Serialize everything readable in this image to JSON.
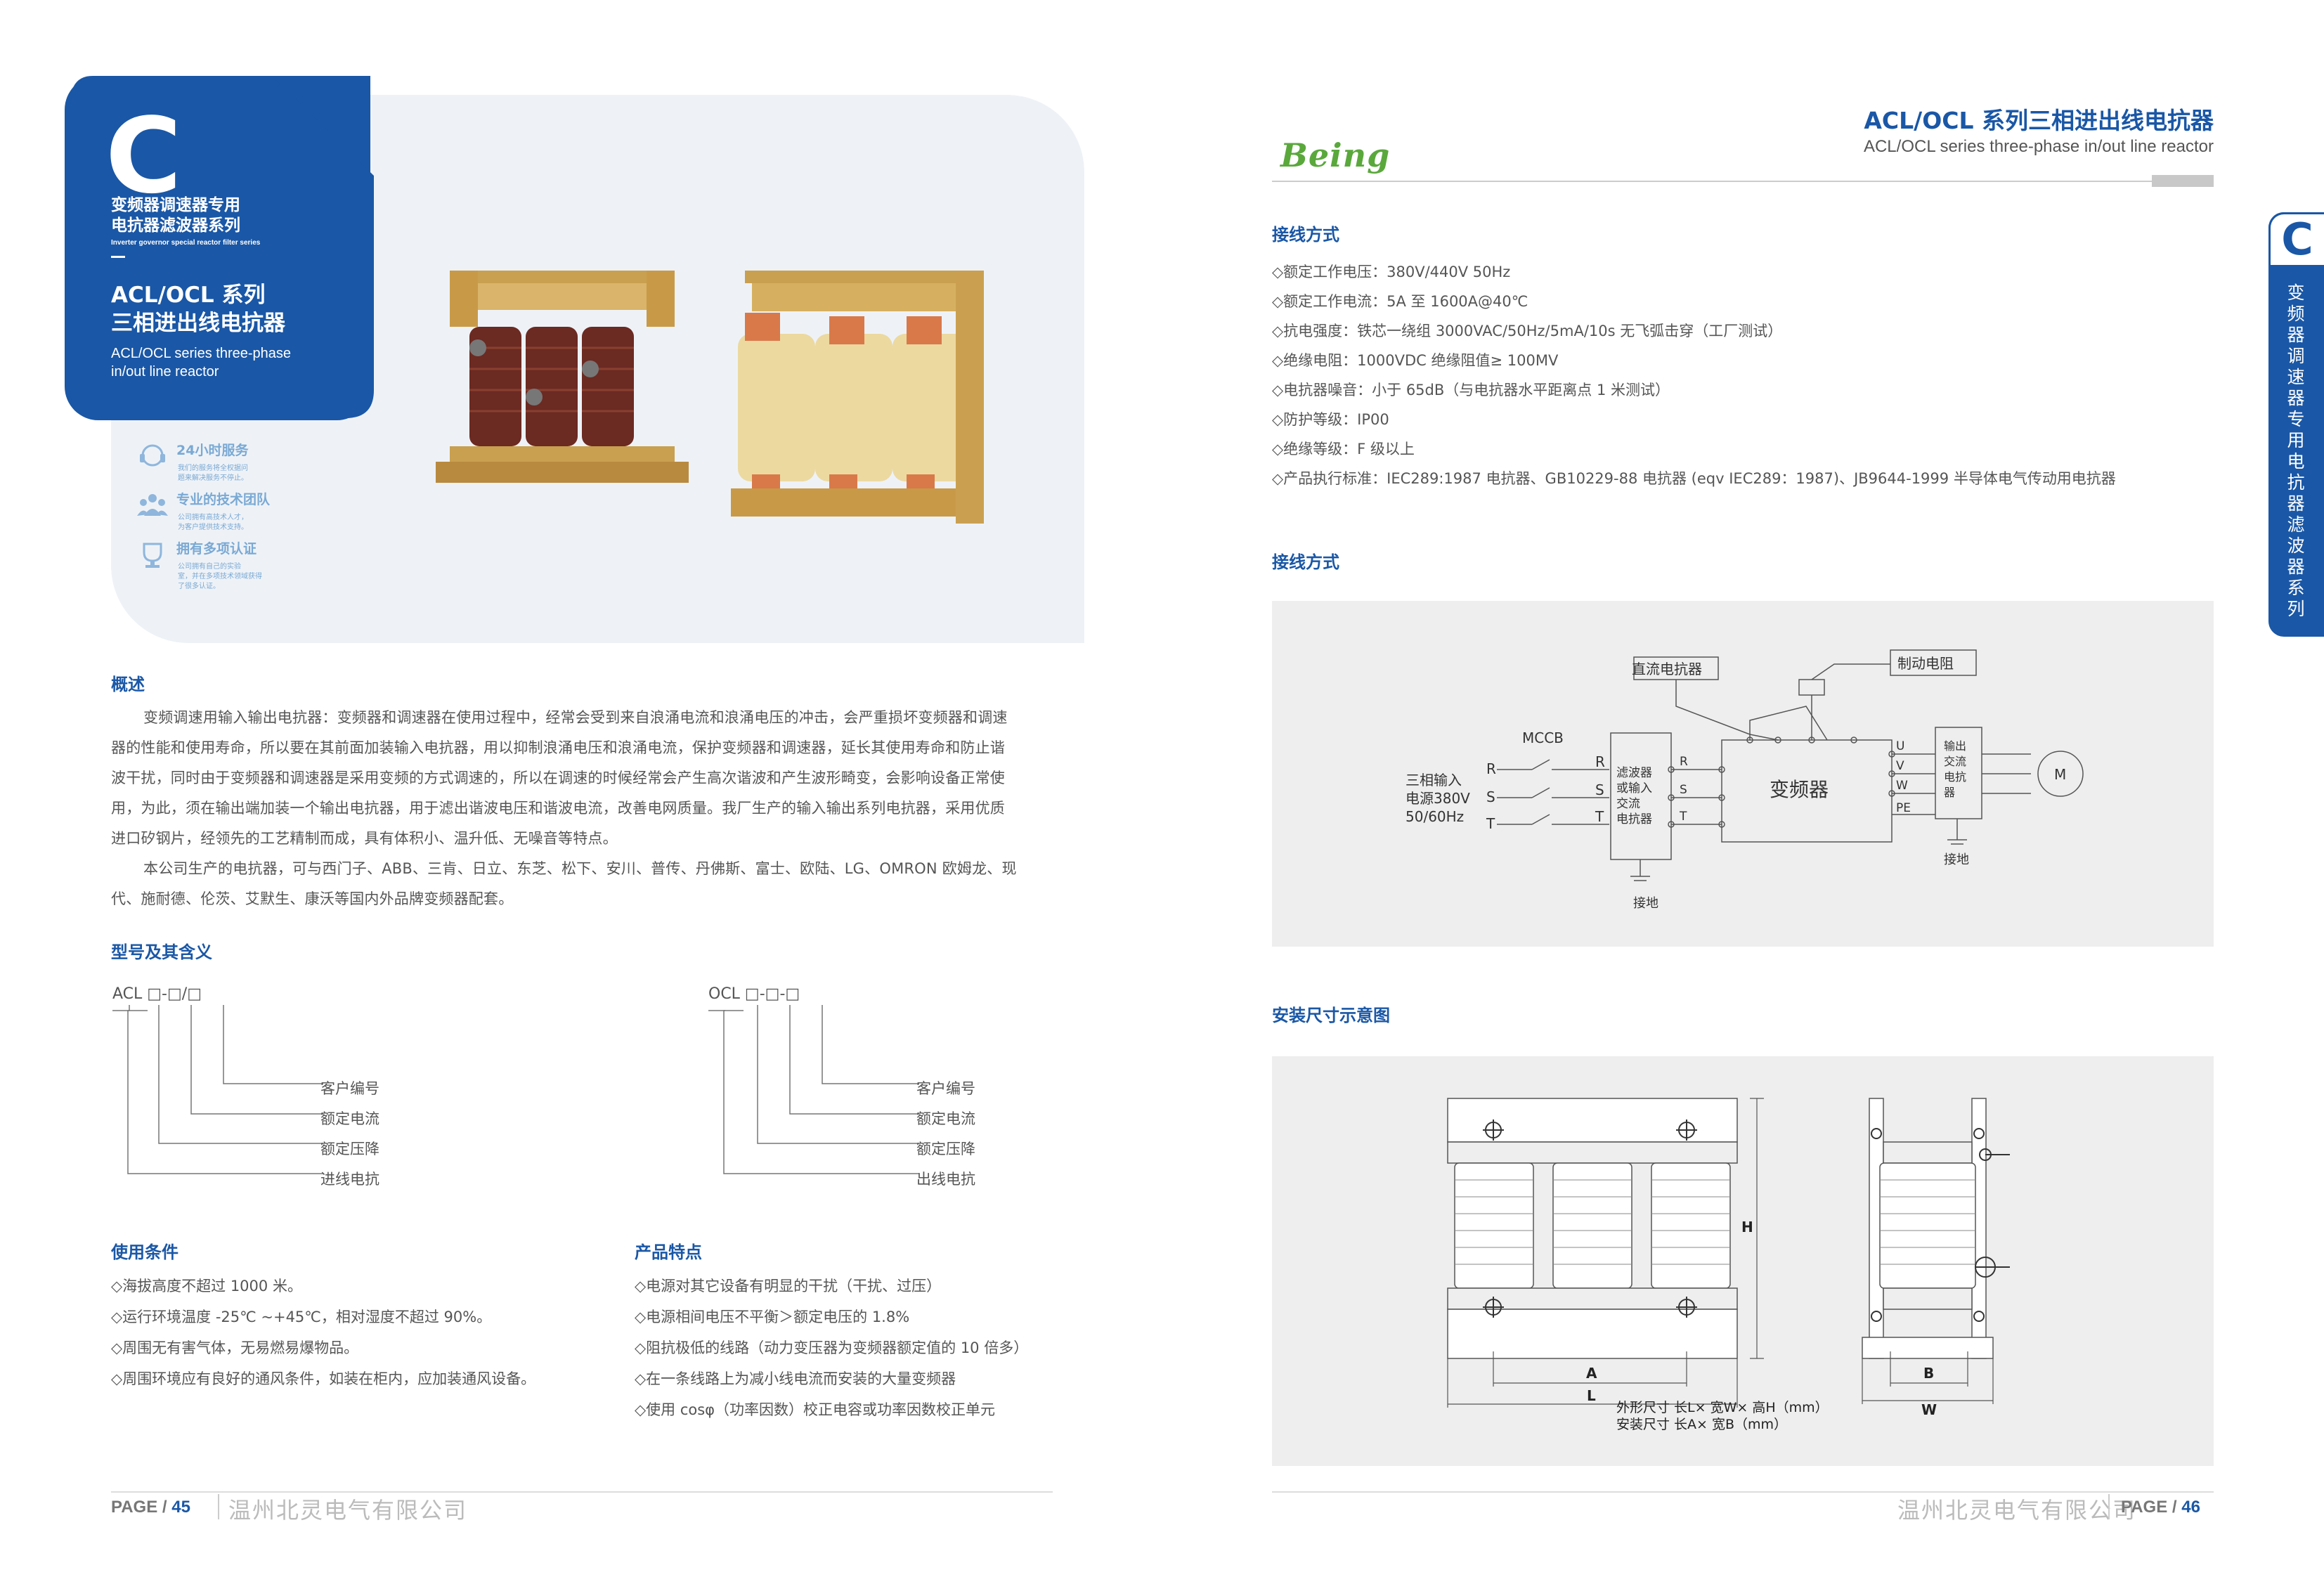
{
  "left": {
    "tab_letter": "C",
    "tab_series_cn_1": "变频器调速器专用",
    "tab_series_cn_2": "电抗器滤波器系列",
    "tab_series_en": "Inverter governor special reactor filter series",
    "tab_title_cn_1": "ACL/OCL 系列",
    "tab_title_cn_2": "三相进出线电抗器",
    "tab_title_en_1": "ACL/OCL series three-phase",
    "tab_title_en_2": "in/out line reactor",
    "features": [
      {
        "title": "24小时服务",
        "desc1": "我们的服务将全权据问",
        "desc2": "题来解决服务不停止。",
        "desc3": ""
      },
      {
        "title": "专业的技术团队",
        "desc1": "公司拥有高技术人才，",
        "desc2": "为客户提供技术支持。",
        "desc3": ""
      },
      {
        "title": "拥有多项认证",
        "desc1": "公司拥有自己的实验",
        "desc2": "室，并在多项技术领域获得",
        "desc3": "了很多认证。"
      }
    ],
    "overview_title": "概述",
    "overview_p1": "变频调速用输入输出电抗器：变频器和调速器在使用过程中，经常会受到来自浪涌电流和浪涌电压的冲击，会严重损坏变频器和调速",
    "overview_p1_l2": "器的性能和使用寿命，所以要在其前面加装输入电抗器，用以抑制浪涌电压和浪涌电流，保护变频器和调速器，延长其使用寿命和防止谐",
    "overview_p1_l3": "波干扰，同时由于变频器和调速器是采用变频的方式调速的，所以在调速的时候经常会产生高次谐波和产生波形畸变，会影响设备正常使",
    "overview_p1_l4": "用，为此，须在输出端加装一个输出电抗器，用于滤出谐波电压和谐波电流，改善电网质量。我厂生产的输入输出系列电抗器，采用优质",
    "overview_p1_l5": "进口矽钢片，经领先的工艺精制而成，具有体积小、温升低、无噪音等特点。",
    "overview_p2": "本公司生产的电抗器，可与西门子、ABB、三肯、日立、东芝、松下、安川、普传、丹佛斯、富士、欧陆、LG、OMRON 欧姆龙、现",
    "overview_p2_l2": "代、施耐德、伦茨、艾默生、康沃等国内外品牌变频器配套。",
    "model_title": "型号及其含义",
    "acl_code": "ACL □-□/□",
    "acl_labels": [
      "客户编号",
      "额定电流",
      "额定压降",
      "进线电抗"
    ],
    "ocl_code": "OCL □-□-□",
    "ocl_labels": [
      "客户编号",
      "额定电流",
      "额定压降",
      "出线电抗"
    ],
    "usage_title": "使用条件",
    "usage_items": [
      "◇海拔高度不超过 1000 米。",
      "◇运行环境温度 -25℃ ~+45℃，相对湿度不超过 90%。",
      "◇周围无有害气体，无易燃易爆物品。",
      "◇周围环境应有良好的通风条件，如装在柜内，应加装通风设备。"
    ],
    "features_title": "产品特点",
    "feature_items": [
      "◇电源对其它设备有明显的干扰（干扰、过压）",
      "◇电源相间电压不平衡＞额定电压的 1.8%",
      "◇阻抗极低的线路（动力变压器为变频器额定值的 10 倍多）",
      "◇在一条线路上为减小线电流而安装的大量变频器",
      "◇使用 cosφ（功率因数）校正电容或功率因数校正单元"
    ],
    "page_label": "PAGE / ",
    "page_num": "45",
    "company": "温州北灵电气有限公司"
  },
  "right": {
    "logo": "Being",
    "header_cn": "ACL/OCL 系列三相进出线电抗器",
    "header_en": "ACL/OCL series three-phase in/out line reactor",
    "side_letter": "C",
    "side_text": "变频器调速器专用电抗器滤波器系列",
    "spec_title": "接线方式",
    "spec_items": [
      "◇额定工作电压：380V/440V 50Hz",
      "◇额定工作电流：5A 至 1600A@40℃",
      "◇抗电强度：铁芯一绕组 3000VAC/50Hz/5mA/10s 无飞弧击穿（工厂测试）",
      "◇绝缘电阻：1000VDC 绝缘阻值≥ 100MV",
      "◇电抗器噪音：小于 65dB（与电抗器水平距离点 1 米测试）",
      "◇防护等级：IP00",
      "◇绝缘等级：F 级以上",
      "◇产品执行标准：IEC289:1987 电抗器、GB10229-88 电抗器 (eqv IEC289：1987)、JB9644-1999 半导体电气传动用电抗器"
    ],
    "wiring_title": "接线方式",
    "wiring": {
      "input_1": "三相输入",
      "input_2": "电源380V",
      "input_3": "50/60Hz",
      "mccb": "MCCB",
      "r": "R",
      "s": "S",
      "t": "T",
      "filter_1": "滤波器",
      "filter_2": "或输入",
      "filter_3": "交流",
      "filter_4": "电抗器",
      "dc_reactor": "直流电抗器",
      "brake_res": "制动电阻",
      "inverter": "变频器",
      "u": "U",
      "v": "V",
      "w": "W",
      "pe": "PE",
      "out_1": "输出",
      "out_2": "交流",
      "out_3": "电抗",
      "out_4": "器",
      "motor": "M",
      "ground": "接地",
      "ground2": "接地"
    },
    "dim_title": "安装尺寸示意图",
    "dim": {
      "h": "H",
      "a": "A",
      "l": "L",
      "b": "B",
      "w": "W",
      "note1": "外形尺寸 长L× 宽W× 高H（mm）",
      "note2": "安装尺寸 长A× 宽B（mm）"
    },
    "page_label": "PAGE / ",
    "page_num": "46",
    "company": "温州北灵电气有限公司"
  }
}
